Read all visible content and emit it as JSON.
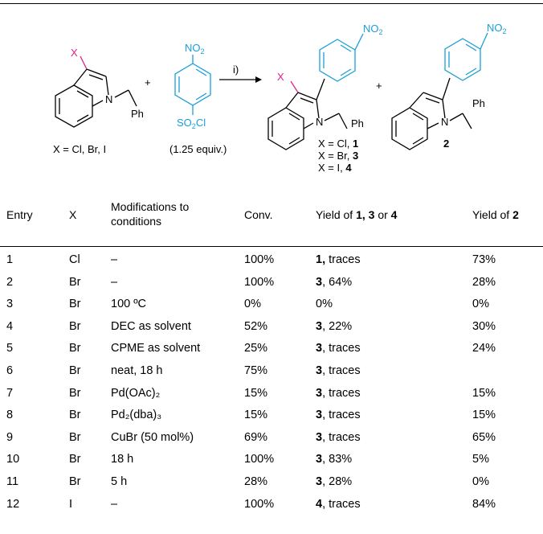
{
  "scheme": {
    "x_label": "X",
    "no2": "NO",
    "no2_sub": "2",
    "so2cl_a": "SO",
    "so2cl_sub": "2",
    "so2cl_b": "Cl",
    "n": "N",
    "ph": "Ph",
    "plus": "+",
    "arrow_label": "i)",
    "x_options": "X = Cl, Br, I",
    "equiv": "(1.25 equiv.)",
    "prod_labels": [
      {
        "text": "X = Cl, ",
        "num": "1"
      },
      {
        "text": "X = Br, ",
        "num": "3"
      },
      {
        "text": "X = I, ",
        "num": "4"
      }
    ],
    "prod2_num": "2"
  },
  "table": {
    "headers": {
      "entry": "Entry",
      "x": "X",
      "mod_line1": "Modifications to",
      "mod_line2": "conditions",
      "conv": "Conv.",
      "yield_a_prefix": "Yield of ",
      "yield_a_bold": "1, 3",
      "yield_a_mid": " or ",
      "yield_a_bold2": "4",
      "yield_b_prefix": "Yield of ",
      "yield_b_bold": "2"
    },
    "rows": [
      {
        "entry": "1",
        "x": "Cl",
        "mod": "–",
        "conv": "100%",
        "ya_bold": "1,",
        "ya_rest": " traces",
        "yb": "73%"
      },
      {
        "entry": "2",
        "x": "Br",
        "mod": "–",
        "conv": "100%",
        "ya_bold": "3",
        "ya_rest": ", 64%",
        "yb": "28%"
      },
      {
        "entry": "3",
        "x": "Br",
        "mod": "100 ºC",
        "conv": "0%",
        "ya_bold": "",
        "ya_rest": "0%",
        "yb": "0%"
      },
      {
        "entry": "4",
        "x": "Br",
        "mod": "DEC as solvent",
        "conv": "52%",
        "ya_bold": "3",
        "ya_rest": ", 22%",
        "yb": "30%"
      },
      {
        "entry": "5",
        "x": "Br",
        "mod": "CPME as solvent",
        "conv": "25%",
        "ya_bold": "3",
        "ya_rest": ", traces",
        "yb": "24%"
      },
      {
        "entry": "6",
        "x": "Br",
        "mod": "neat, 18 h",
        "conv": "75%",
        "ya_bold": "3",
        "ya_rest": ", traces",
        "yb": ""
      },
      {
        "entry": "7",
        "x": "Br",
        "mod": "Pd(OAc)₂",
        "conv": "15%",
        "ya_bold": "3",
        "ya_rest": ", traces",
        "yb": "15%"
      },
      {
        "entry": "8",
        "x": "Br",
        "mod": "Pd₂(dba)₃",
        "conv": "15%",
        "ya_bold": "3",
        "ya_rest": ", traces",
        "yb": "15%"
      },
      {
        "entry": "9",
        "x": "Br",
        "mod": "CuBr (50 mol%)",
        "conv": "69%",
        "ya_bold": "3",
        "ya_rest": ", traces",
        "yb": "65%"
      },
      {
        "entry": "10",
        "x": "Br",
        "mod": "18 h",
        "conv": "100%",
        "ya_bold": "3",
        "ya_rest": ", 83%",
        "yb": "5%"
      },
      {
        "entry": "11",
        "x": "Br",
        "mod": "5 h",
        "conv": "28%",
        "ya_bold": "3",
        "ya_rest": ", 28%",
        "yb": "0%"
      },
      {
        "entry": "12",
        "x": "I",
        "mod": "–",
        "conv": "100%",
        "ya_bold": "4",
        "ya_rest": ", traces",
        "yb": "84%"
      }
    ]
  }
}
